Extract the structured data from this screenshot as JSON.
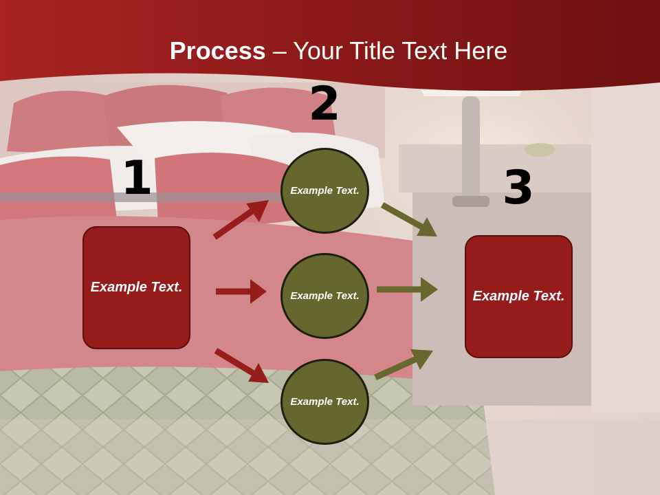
{
  "title": {
    "bold": "Process",
    "rest": " – Your Title Text Here"
  },
  "steps": [
    {
      "number": "1",
      "box_label": "Example Text."
    },
    {
      "number": "2",
      "circles": [
        "Example Text.",
        "Example Text.",
        "Example Text."
      ]
    },
    {
      "number": "3",
      "box_label": "Example Text."
    }
  ],
  "colors": {
    "header": "#8e1717",
    "box_fill": "#961b1b",
    "box_border": "#5a0f0f",
    "circle_fill": "#66662f",
    "circle_border": "#1e1e0e",
    "arrow_red": "#971c1c",
    "arrow_olive": "#67672f"
  },
  "icons": [
    "arrow-icon"
  ]
}
